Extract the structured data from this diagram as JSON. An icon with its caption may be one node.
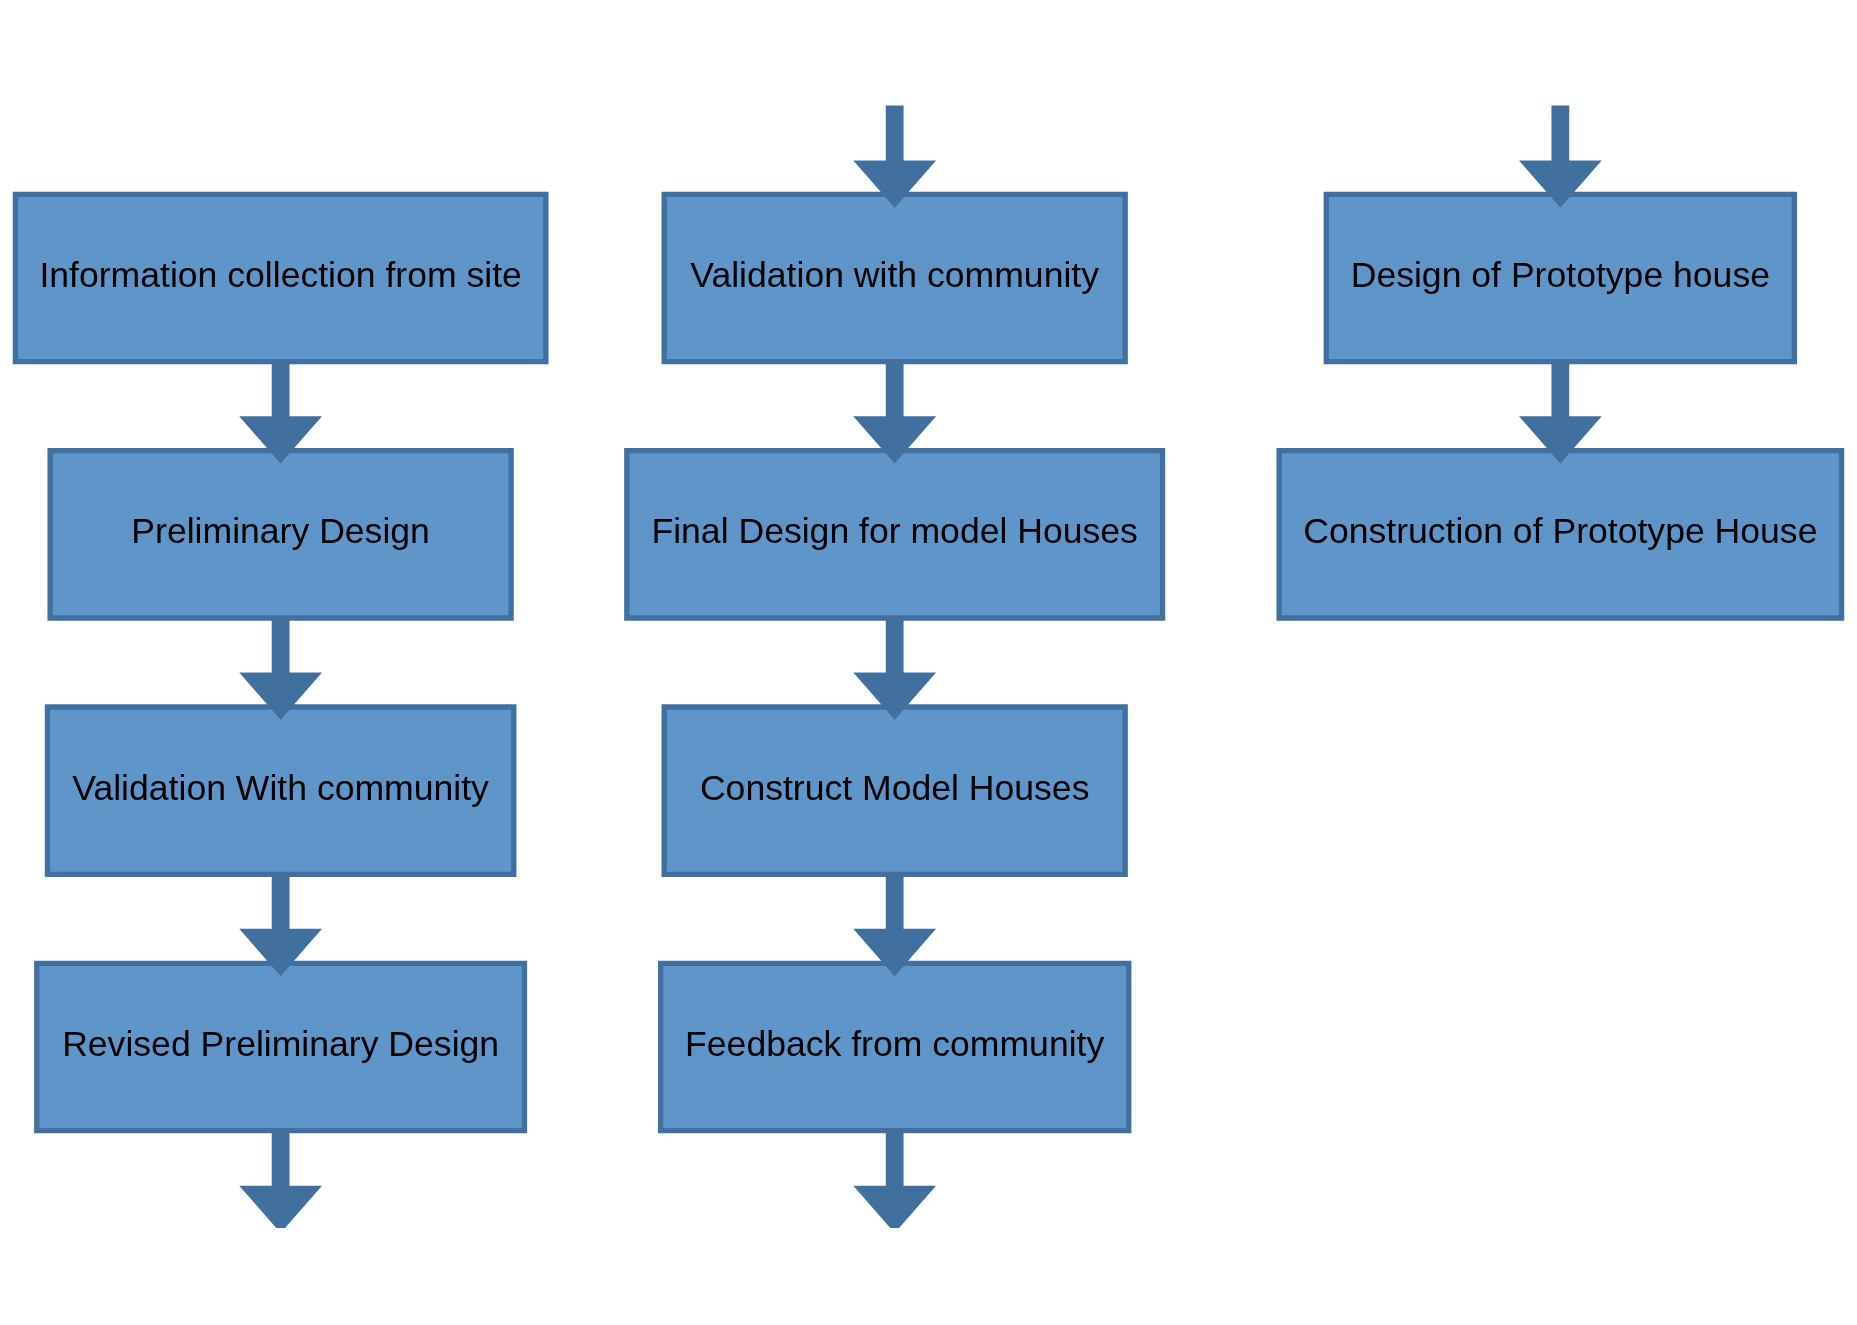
{
  "diagram": {
    "nodes": [
      {
        "text": [
          "Information collection from site"
        ]
      },
      {
        "text": [
          "Preliminary Design"
        ]
      },
      {
        "text": [
          "Validation With community"
        ]
      },
      {
        "text": [
          "Revised Preliminary Design"
        ]
      },
      {
        "text": [
          "Validation with community"
        ]
      },
      {
        "text": [
          "Final Design for model Houses"
        ]
      },
      {
        "text": [
          "Construct Model Houses"
        ]
      },
      {
        "text": [
          "Feedback from community"
        ]
      },
      {
        "text": [
          "Design of Prototype house"
        ]
      },
      {
        "text": [
          "Construction of Prototype House"
        ]
      }
    ],
    "edges": [
      {
        "from": 0,
        "to": 1,
        "arrow": "to"
      },
      {
        "from": 1,
        "to": 2,
        "arrow": "to"
      },
      {
        "from": 2,
        "to": 3,
        "arrow": "to"
      },
      {
        "from": 3,
        "to": null,
        "arrow": "to"
      },
      {
        "from": null,
        "to": 4,
        "arrow": "to"
      },
      {
        "from": 4,
        "to": 5,
        "arrow": "to"
      },
      {
        "from": 5,
        "to": 6,
        "arrow": "to"
      },
      {
        "from": 6,
        "to": 7,
        "arrow": "to"
      },
      {
        "from": 7,
        "to": null,
        "arrow": "to"
      },
      {
        "from": null,
        "to": 8,
        "arrow": "to"
      },
      {
        "from": 8,
        "to": 9,
        "arrow": "to"
      }
    ]
  }
}
